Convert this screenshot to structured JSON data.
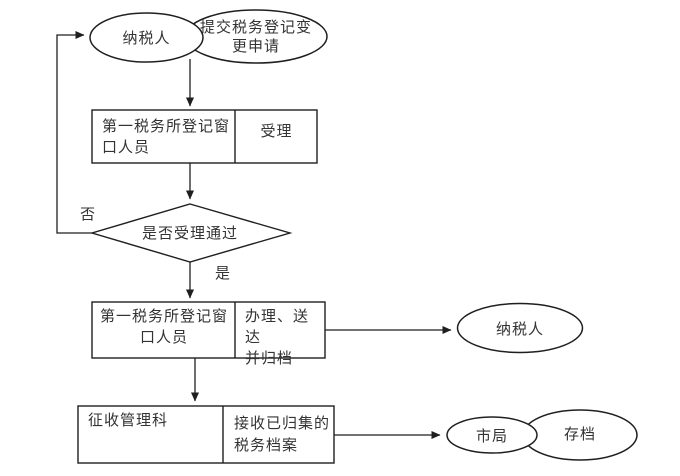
{
  "flowchart": {
    "start": {
      "actor": "纳税人",
      "action": "提交税务登记变\n更申请"
    },
    "step_accept": {
      "role": "第一税务所登记窗\n口人员",
      "task": "受理"
    },
    "decision": {
      "question": "是否受理通过",
      "no_label": "否",
      "yes_label": "是"
    },
    "step_process": {
      "role": "第一税务所登记窗\n口人员",
      "task": "办理、送达\n并归档"
    },
    "notify": {
      "actor": "纳税人"
    },
    "step_archive": {
      "role": "征收管理科",
      "task": "接收已归集的\n税务档案"
    },
    "end": {
      "actor": "市局",
      "action": "存档"
    },
    "colors": {
      "stroke": "#1f1f1f",
      "text": "#333333",
      "background": "#ffffff"
    }
  }
}
